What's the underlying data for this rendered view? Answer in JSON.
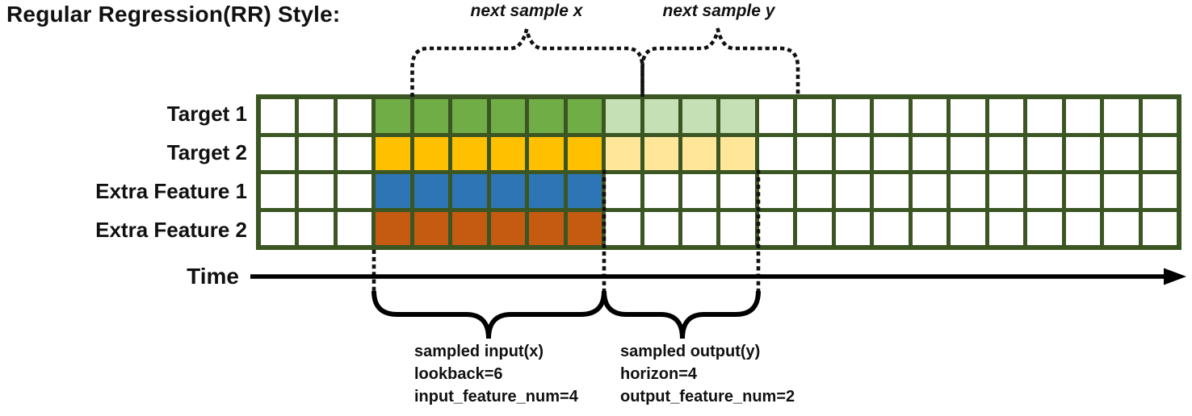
{
  "title": "Regular Regression(RR) Style:",
  "row_labels": [
    "Target 1",
    "Target 2",
    "Extra Feature 1",
    "Extra Feature 2"
  ],
  "time_label": "Time",
  "annotations": {
    "next_sample_x": "next sample x",
    "next_sample_y": "next sample y",
    "input_lines": [
      "sampled input(x)",
      "lookback=6",
      "input_feature_num=4"
    ],
    "output_lines": [
      "sampled output(y)",
      "horizon=4",
      "output_feature_num=2"
    ]
  },
  "grid": {
    "columns": 24,
    "rows": 4,
    "lookback": 6,
    "horizon": 4,
    "input_feature_num": 4,
    "output_feature_num": 2,
    "input_cols": {
      "start": 4,
      "end": 9
    },
    "output_cols": {
      "start": 10,
      "end": 13
    },
    "row_fills": [
      {
        "label": "Target 1",
        "input_color": "#70AD47",
        "output_color": "#C5E0B4"
      },
      {
        "label": "Target 2",
        "input_color": "#FFC000",
        "output_color": "#FFE699"
      },
      {
        "label": "Extra Feature 1",
        "input_color": "#2E75B6",
        "output_color": null
      },
      {
        "label": "Extra Feature 2",
        "input_color": "#C55A11",
        "output_color": null
      }
    ],
    "border_color": "#3B5623",
    "cell_color": "#FFFFFF"
  },
  "colors": {
    "ink": "#111111",
    "dark_green": "#70AD47",
    "light_green": "#C5E0B4",
    "dark_yellow": "#FFC000",
    "light_yellow": "#FFE699",
    "blue": "#2E75B6",
    "orange": "#C55A11"
  }
}
